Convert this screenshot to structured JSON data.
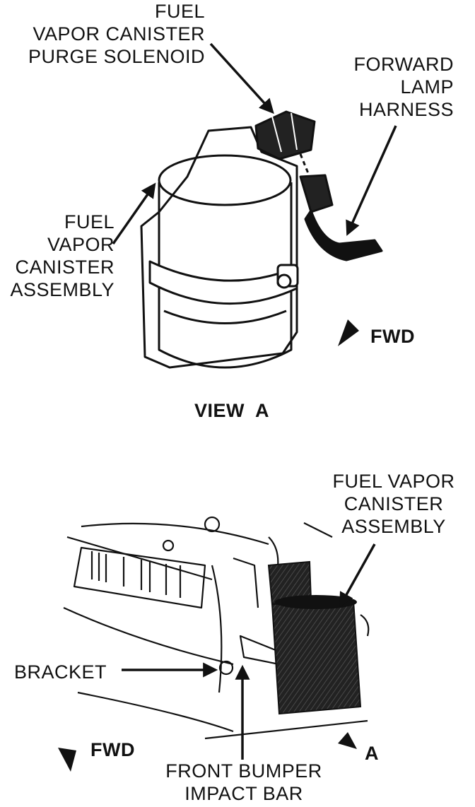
{
  "view_a": {
    "labels": {
      "purge_solenoid": [
        "FUEL",
        "VAPOR CANISTER",
        "PURGE SOLENOID"
      ],
      "forward_lamp_harness": [
        "FORWARD",
        "LAMP",
        "HARNESS"
      ],
      "canister_assembly": [
        "FUEL",
        "VAPOR",
        "CANISTER",
        "ASSEMBLY"
      ],
      "fwd": "FWD",
      "caption": "VIEW  A"
    }
  },
  "vehicle_view": {
    "labels": {
      "canister_assembly": [
        "FUEL VAPOR",
        "CANISTER",
        "ASSEMBLY"
      ],
      "bracket": "BRACKET",
      "fwd": "FWD",
      "view_marker": "A",
      "bumper": [
        "FRONT BUMPER",
        "IMPACT BAR"
      ]
    }
  },
  "colors": {
    "ink": "#111111",
    "paper": "#ffffff"
  }
}
